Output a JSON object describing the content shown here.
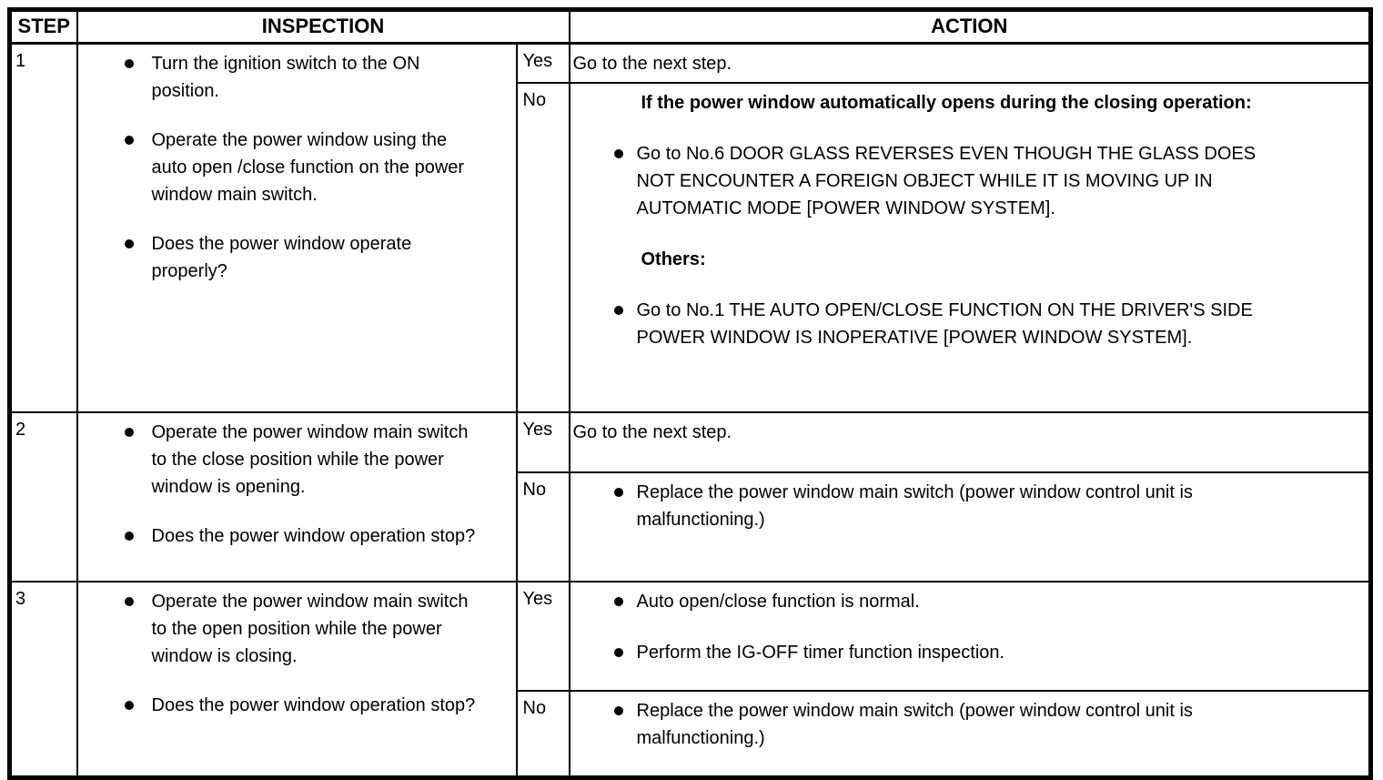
{
  "colors": {
    "background": "#ffffff",
    "text": "#000000",
    "border": "#000000"
  },
  "doc": {
    "headers": {
      "step": "STEP",
      "inspection": "INSPECTION",
      "action": "ACTION"
    },
    "labels": {
      "yes": "Yes",
      "no": "No"
    },
    "steps": [
      {
        "num": "1",
        "inspection": [
          "Turn the ignition switch to the ON position.",
          "Operate the power window using the auto open /close function on the power window main switch.",
          "Does the power window operate properly?"
        ],
        "yes": {
          "plain": "Go to the next step."
        },
        "no": {
          "heading1": "If the power window automatically opens during the closing operation:",
          "bullet1": "Go to No.6 DOOR GLASS REVERSES EVEN THOUGH THE GLASS DOES NOT ENCOUNTER A FOREIGN OBJECT WHILE IT IS MOVING UP IN AUTOMATIC MODE [POWER WINDOW SYSTEM].",
          "heading2": "Others:",
          "bullet2": "Go to No.1 THE AUTO OPEN/CLOSE FUNCTION ON THE DRIVER'S SIDE POWER WINDOW IS INOPERATIVE [POWER WINDOW SYSTEM]."
        }
      },
      {
        "num": "2",
        "inspection": [
          "Operate the power window main switch to the close position while the power window is opening.",
          "Does the power window operation stop?"
        ],
        "yes": {
          "plain": "Go to the next step."
        },
        "no": {
          "bullet1": "Replace the power window main switch (power window control unit is malfunctioning.)"
        }
      },
      {
        "num": "3",
        "inspection": [
          "Operate the power window main switch to the open position while the power window is closing.",
          "Does the power window operation stop?"
        ],
        "yes": {
          "bullet1": "Auto open/close function is normal.",
          "bullet2": "Perform the IG-OFF timer function inspection."
        },
        "no": {
          "bullet1": "Replace the power window main switch (power window control unit is malfunctioning.)"
        }
      }
    ]
  }
}
